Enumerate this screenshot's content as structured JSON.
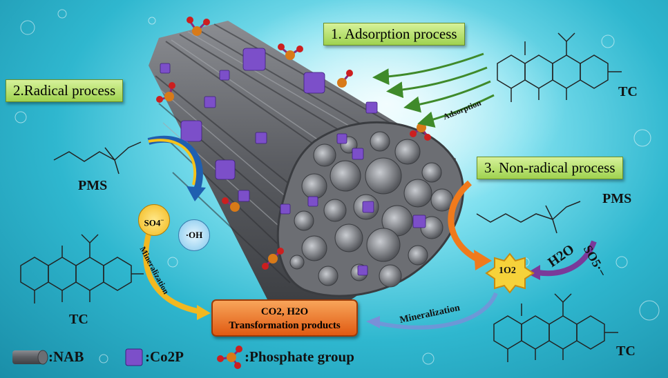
{
  "processes": {
    "adsorption": "1. Adsorption process",
    "radical": "2.Radical process",
    "nonradical": "3. Non-radical process"
  },
  "molecules": {
    "tc_top": "TC",
    "tc_left": "TC",
    "tc_right": "TC",
    "pms_left": "PMS",
    "pms_right": "PMS"
  },
  "species": {
    "so4": "SO4",
    "so4_charge": "−",
    "oh": "·OH",
    "singlet_o2": "1O2",
    "h2o": "H2O",
    "so5": "SO5·−"
  },
  "arrows": {
    "adsorption": "Adsorption",
    "mineralization_left": "Mineralization",
    "mineralization_right": "Mineralization"
  },
  "products": {
    "line1": "CO2, H2O",
    "line2": "Transformation products"
  },
  "legend": {
    "nab": ":NAB",
    "co2p": ":Co2P",
    "phosphate": ":Phosphate group"
  },
  "colors": {
    "box_green": "#b6e06b",
    "product_orange": "#ea6f22",
    "arrow_green": "#3f8a2a",
    "arrow_orange": "#f07a1c",
    "arrow_purple": "#7a3a9a",
    "fiber_gray": "#5e6066"
  }
}
